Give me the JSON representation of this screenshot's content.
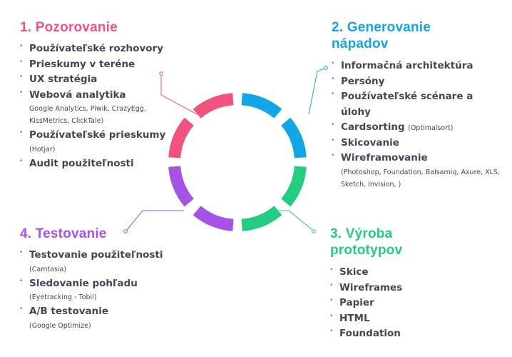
{
  "colors": {
    "pink": "#f2527e",
    "blue": "#14a6e4",
    "green": "#24cc82",
    "purple": "#a652e5"
  },
  "sections": {
    "observe": {
      "title": "1. Pozorovanie",
      "items": [
        {
          "label": "Používateľské rozhovory"
        },
        {
          "label": "Prieskumy v teréne"
        },
        {
          "label": "UX stratégia"
        },
        {
          "label": "Webová analytika",
          "sub": "Google Analytics, Piwik, CrazyEgg, KissMetrics, ClickTale)"
        },
        {
          "label": "Používateľské prieskumy",
          "sub": "(Hotjar)"
        },
        {
          "label": "Audit použiteľnosti"
        }
      ]
    },
    "ideate": {
      "title_line1": "2. Generovanie",
      "title_line2": "nápadov",
      "items": [
        {
          "label": "Informačná architektúra"
        },
        {
          "label": "Persóny"
        },
        {
          "label": "Používateľské scénare a úlohy"
        },
        {
          "label": "Cardsorting",
          "inline": "(Optimalsort)"
        },
        {
          "label": "Skicovanie"
        },
        {
          "label": "Wireframovanie",
          "sub": "(Photoshop, Foundation, Balsamiq, Axure, XLS, Sketch, Invision, )"
        }
      ]
    },
    "prototype": {
      "title_line1": "3. Výroba",
      "title_line2": "prototypov",
      "items": [
        {
          "label": "Skice"
        },
        {
          "label": "Wireframes"
        },
        {
          "label": "Papier"
        },
        {
          "label": "HTML"
        },
        {
          "label": "Foundation"
        }
      ]
    },
    "test": {
      "title": "4. Testovanie",
      "items": [
        {
          "label": "Testovanie použiteľnosti",
          "sub": "(Camtasia)"
        },
        {
          "label": "Sledovanie pohľadu",
          "sub": "(Eyetracking - Tobil)"
        },
        {
          "label": "A/B testovanie",
          "sub": "(Google Optimize)"
        }
      ]
    }
  }
}
